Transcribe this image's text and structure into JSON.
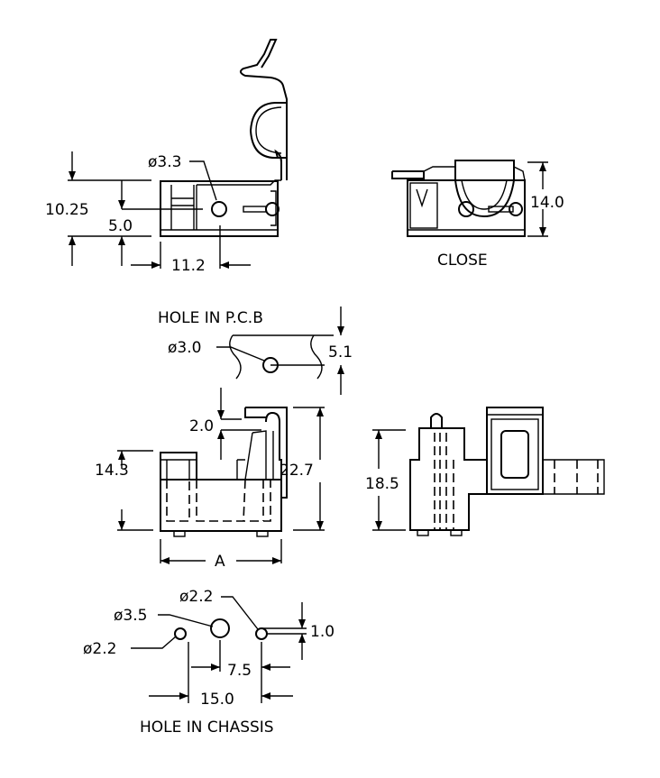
{
  "side_view": {
    "hole_dia": "ø3.3",
    "dim_height_total": "10.25",
    "dim_height_hole": "5.0",
    "dim_hole_offset": "11.2"
  },
  "close_view": {
    "dim_height": "14.0",
    "caption": "CLOSE"
  },
  "pcb_hole": {
    "title": "HOLE IN P.C.B",
    "hole_dia": "ø3.0",
    "dim_offset": "5.1"
  },
  "front_view": {
    "dim_gap": "2.0",
    "dim_height_body": "14.3",
    "dim_height_total": "22.7",
    "dim_width": "A"
  },
  "end_view": {
    "dim_height": "18.5"
  },
  "chassis_hole": {
    "dia_center": "ø3.5",
    "dia_right": "ø2.2",
    "dia_left": "ø2.2",
    "dim_offset_v": "1.0",
    "dim_pitch_half": "7.5",
    "dim_pitch": "15.0",
    "title": "HOLE IN CHASSIS"
  },
  "colors": {
    "line": "#000000",
    "background": "#ffffff"
  }
}
